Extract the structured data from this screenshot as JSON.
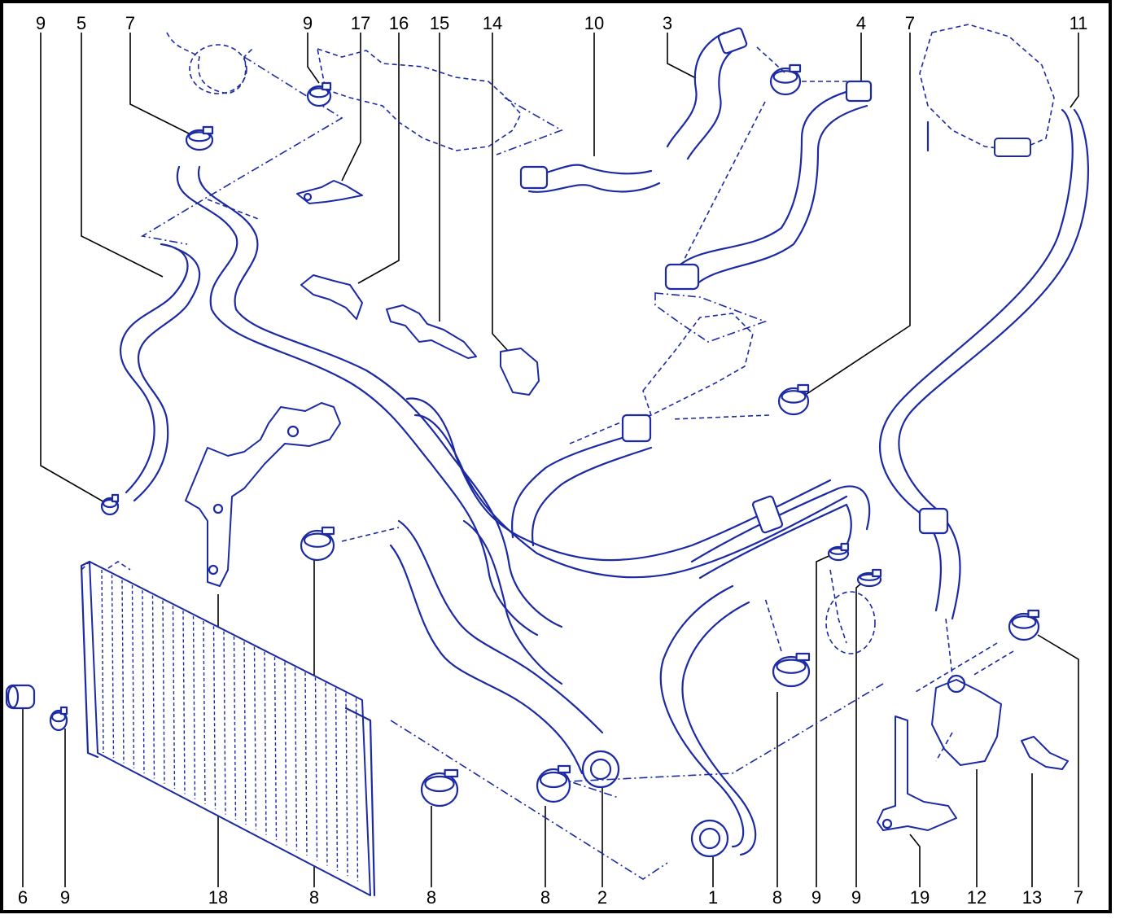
{
  "diagram": {
    "colors": {
      "line": "#1c2aa3",
      "label": "#000000",
      "border": "#000000",
      "background": "#ffffff"
    },
    "top_labels": [
      "9",
      "5",
      "7",
      "9",
      "17",
      "16",
      "15",
      "14",
      "10",
      "3",
      "4",
      "7",
      "11"
    ],
    "bottom_labels": [
      "6",
      "9",
      "18",
      "8",
      "8",
      "8",
      "2",
      "1",
      "8",
      "9",
      "9",
      "19",
      "12",
      "13",
      "7"
    ]
  }
}
